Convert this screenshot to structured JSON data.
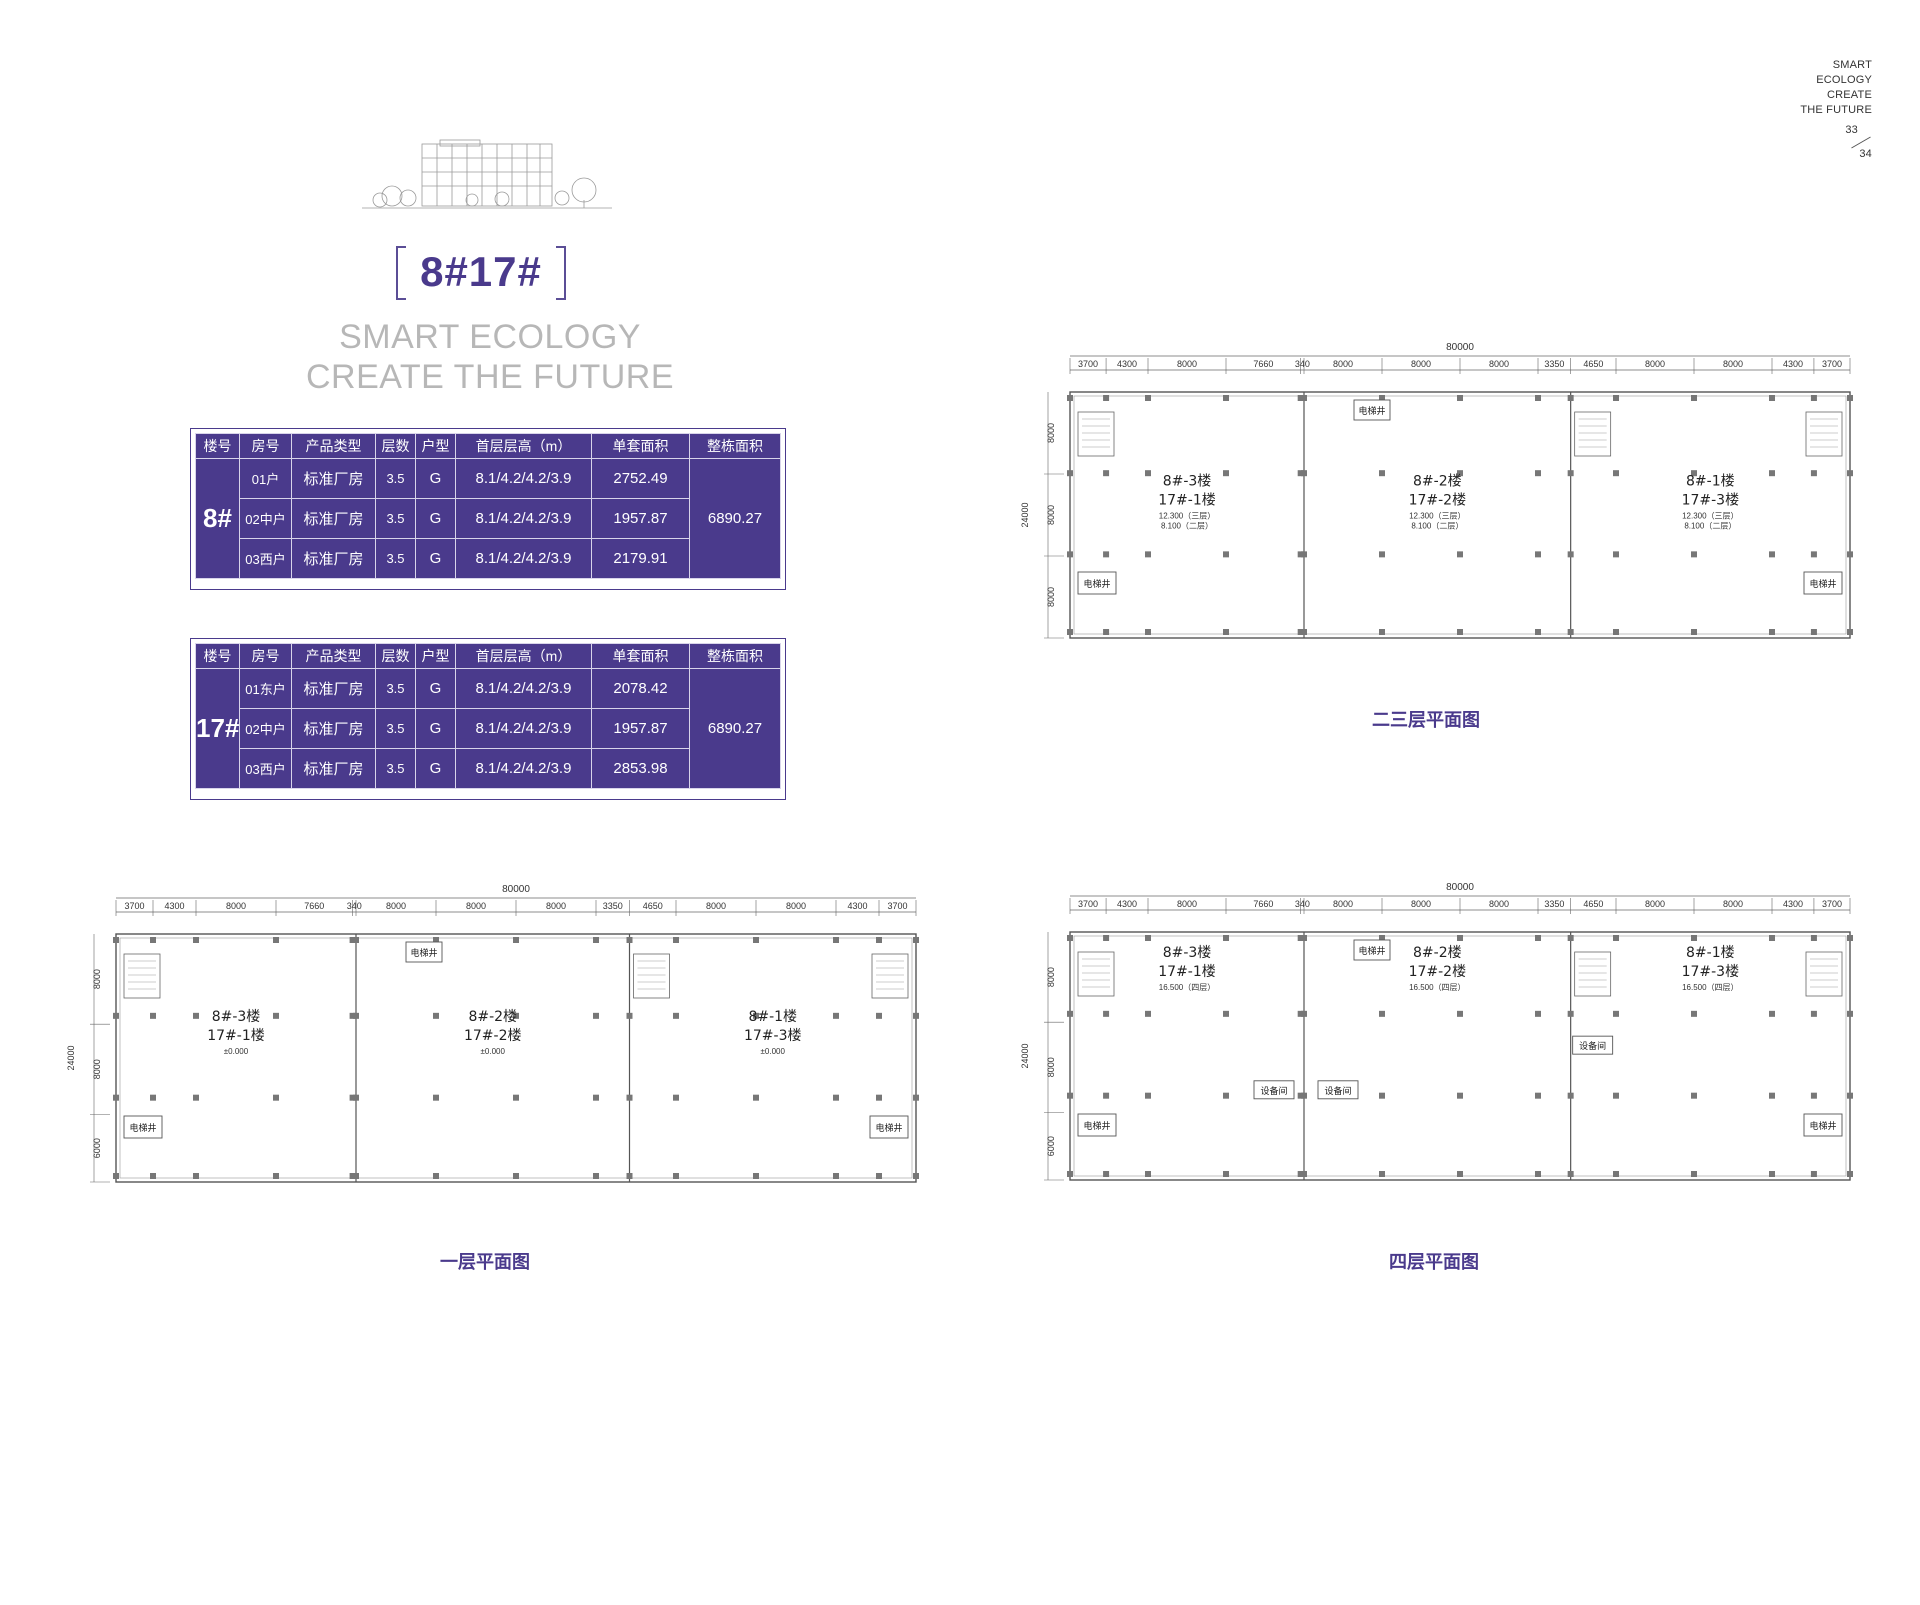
{
  "corner": {
    "lines": [
      "SMART",
      "ECOLOGY",
      "CREATE",
      "THE FUTURE"
    ],
    "page": "33",
    "total": "34"
  },
  "title": "8#17#",
  "slogan": {
    "line1": "SMART ECOLOGY",
    "line2": "CREATE THE FUTURE"
  },
  "colors": {
    "accent": "#4a3a8c",
    "slogan_gray": "#b7b7b7"
  },
  "table_headers": [
    "楼号",
    "房号",
    "产品类型",
    "层数",
    "户型",
    "首层层高（m）",
    "单套面积",
    "整栋面积"
  ],
  "table1": {
    "building": "8#",
    "total": "6890.27",
    "rows": [
      {
        "room": "01户",
        "type": "标准厂房",
        "floors": "3.5",
        "unit": "G",
        "height": "8.1/4.2/4.2/3.9",
        "area": "2752.49"
      },
      {
        "room": "02中户",
        "type": "标准厂房",
        "floors": "3.5",
        "unit": "G",
        "height": "8.1/4.2/4.2/3.9",
        "area": "1957.87"
      },
      {
        "room": "03西户",
        "type": "标准厂房",
        "floors": "3.5",
        "unit": "G",
        "height": "8.1/4.2/4.2/3.9",
        "area": "2179.91"
      }
    ]
  },
  "table2": {
    "building": "17#",
    "total": "6890.27",
    "rows": [
      {
        "room": "01东户",
        "type": "标准厂房",
        "floors": "3.5",
        "unit": "G",
        "height": "8.1/4.2/4.2/3.9",
        "area": "2078.42"
      },
      {
        "room": "02中户",
        "type": "标准厂房",
        "floors": "3.5",
        "unit": "G",
        "height": "8.1/4.2/4.2/3.9",
        "area": "1957.87"
      },
      {
        "room": "03西户",
        "type": "标准厂房",
        "floors": "3.5",
        "unit": "G",
        "height": "8.1/4.2/4.2/3.9",
        "area": "2853.98"
      }
    ]
  },
  "plan_common": {
    "total_width": "80000",
    "dims": [
      "3700",
      "4300",
      "8000",
      "7660",
      "340",
      "8000",
      "8000",
      "8000",
      "3350",
      "4650",
      "8000",
      "8000",
      "4300",
      "3700"
    ],
    "side_dims": [
      "8000",
      "8000",
      "8000"
    ],
    "side_total": "24000",
    "elevator": "电梯井"
  },
  "plan2": {
    "caption": "二三层平面图",
    "units": [
      {
        "l1": "8#-3楼",
        "l2": "17#-1楼",
        "e1": "12.300（三层）",
        "e2": "8.100（二层）"
      },
      {
        "l1": "8#-2楼",
        "l2": "17#-2楼",
        "e1": "12.300（三层）",
        "e2": "8.100（二层）"
      },
      {
        "l1": "8#-1楼",
        "l2": "17#-3楼",
        "e1": "12.300（三层）",
        "e2": "8.100（二层）"
      }
    ]
  },
  "plan1": {
    "caption": "一层平面图",
    "units": [
      {
        "l1": "8#-3楼",
        "l2": "17#-1楼",
        "e1": "±0.000"
      },
      {
        "l1": "8#-2楼",
        "l2": "17#-2楼",
        "e1": "±0.000"
      },
      {
        "l1": "8#-1楼",
        "l2": "17#-3楼",
        "e1": "±0.000"
      }
    ],
    "side_dims": [
      "8000",
      "8000",
      "6000"
    ]
  },
  "plan4": {
    "caption": "四层平面图",
    "units": [
      {
        "l1": "8#-3楼",
        "l2": "17#-1楼",
        "e1": "16.500（四层）"
      },
      {
        "l1": "8#-2楼",
        "l2": "17#-2楼",
        "e1": "16.500（四层）"
      },
      {
        "l1": "8#-1楼",
        "l2": "17#-3楼",
        "e1": "16.500（四层）"
      }
    ],
    "equipment": "设备间",
    "side_dims": [
      "8000",
      "8000",
      "6000"
    ]
  }
}
